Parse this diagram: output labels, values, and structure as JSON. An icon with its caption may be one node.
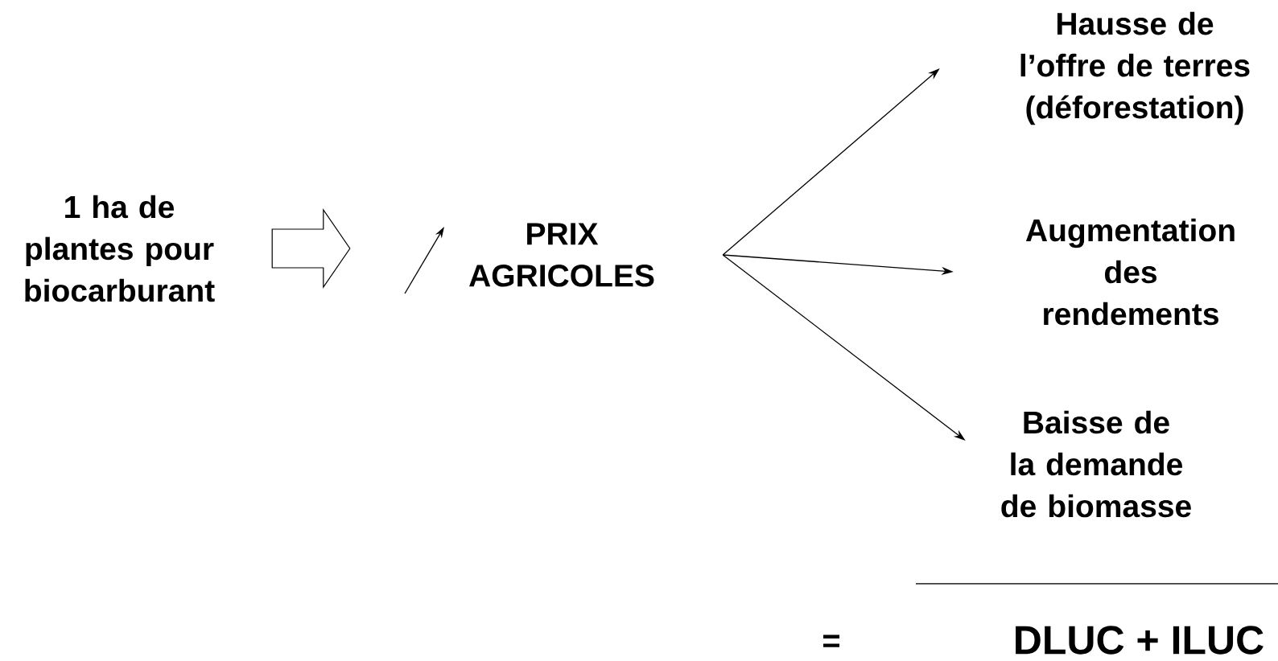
{
  "diagram": {
    "nodes": [
      {
        "text": [
          "1 ha de plantes pour biocarburant"
        ]
      },
      {
        "text": [
          "PRIX AGRICOLES"
        ]
      },
      {
        "text": [
          "Hausse de l’offre de terres (déforestation)"
        ]
      },
      {
        "text": [
          "Augmentation des rendements"
        ]
      },
      {
        "text": [
          "Baisse de la demande de biomasse"
        ]
      }
    ],
    "edges": [
      {
        "from": 0,
        "to": 1,
        "arrow": "to"
      },
      {
        "from": 1,
        "to": 2,
        "arrow": "to"
      },
      {
        "from": 1,
        "to": 3,
        "arrow": "to"
      },
      {
        "from": 1,
        "to": 4,
        "arrow": "to"
      }
    ],
    "labels": [
      "=",
      "DLUC + ILUC"
    ]
  }
}
